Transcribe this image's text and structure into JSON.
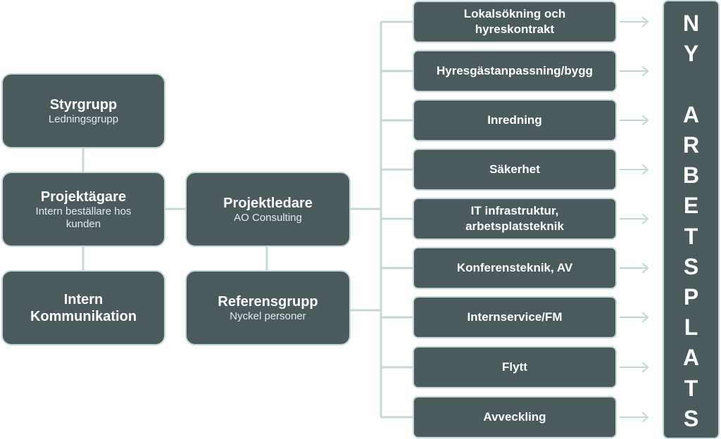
{
  "left_column": [
    {
      "title": "Styrgrupp",
      "subtitle": "Ledningsgrupp"
    },
    {
      "title": "Projektägare",
      "subtitle": "Intern beställare hos kunden"
    },
    {
      "title": "Intern Kommunikation",
      "subtitle": ""
    }
  ],
  "middle_column": [
    {
      "title": "Projektledare",
      "subtitle": "AO Consulting"
    },
    {
      "title": "Referensgrupp",
      "subtitle": "Nyckel personer"
    }
  ],
  "tasks": [
    "Lokalsökning och hyreskontrakt",
    "Hyresgästanpassning/bygg",
    "Inredning",
    "Säkerhet",
    "IT infrastruktur, arbetsplatsteknik",
    "Konferensteknik, AV",
    "Internservice/FM",
    "Flytt",
    "Avveckling"
  ],
  "goal": {
    "letters": [
      "N",
      "Y",
      "",
      "A",
      "R",
      "B",
      "E",
      "T",
      "S",
      "P",
      "L",
      "A",
      "T",
      "S"
    ]
  },
  "colors": {
    "box_fill": "#4b5b5d",
    "connector": "#c5d6d6",
    "text": "#ffffff"
  }
}
